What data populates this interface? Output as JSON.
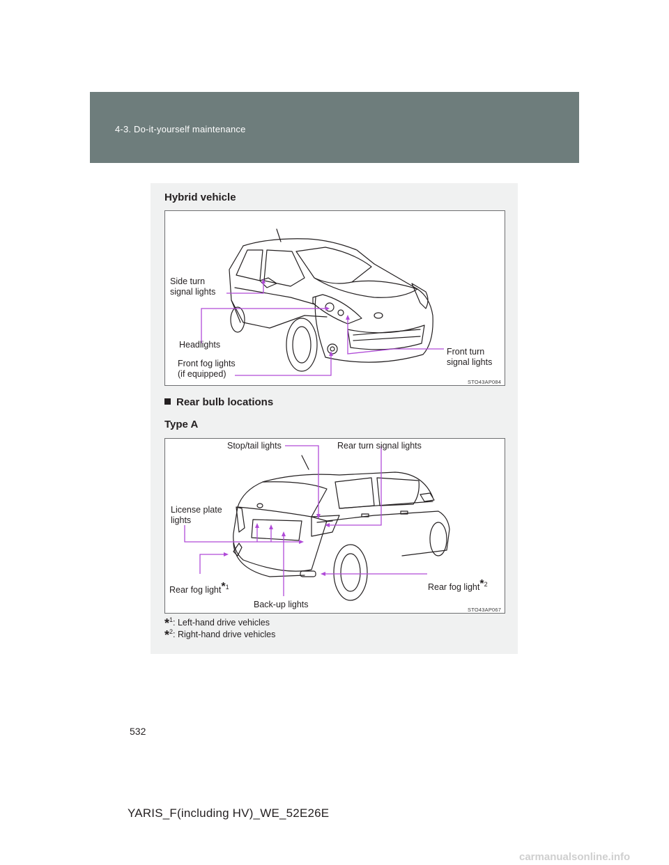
{
  "header": {
    "section": "4-3. Do-it-yourself maintenance"
  },
  "hybrid": {
    "title": "Hybrid vehicle",
    "labels": {
      "side_turn": "Side turn\nsignal lights",
      "headlights": "Headlights",
      "front_fog": "Front fog lights\n(if equipped)",
      "front_turn": "Front turn\nsignal lights"
    },
    "code": "STO43AP084"
  },
  "rear": {
    "heading": "Rear bulb locations",
    "type": "Type A",
    "labels": {
      "stop_tail": "Stop/tail lights",
      "rear_turn": "Rear turn signal lights",
      "license_plate": "License plate\nlights",
      "rear_fog_1": "Rear fog light",
      "rear_fog_1_sup": "1",
      "rear_fog_2": "Rear fog light",
      "rear_fog_2_sup": "2",
      "backup": "Back-up lights"
    },
    "code": "STO43AP067"
  },
  "footnotes": [
    {
      "star": "*",
      "num": "1",
      "text": ": Left-hand drive vehicles"
    },
    {
      "star": "*",
      "num": "2",
      "text": ": Right-hand drive vehicles"
    }
  ],
  "page_number": "532",
  "footer": "YARIS_F(including HV)_WE_52E26E",
  "watermark": "carmanualsonline.info",
  "colors": {
    "header": "#6e7d7c",
    "panel": "#f0f1f1",
    "leader": "#b04bd8"
  }
}
